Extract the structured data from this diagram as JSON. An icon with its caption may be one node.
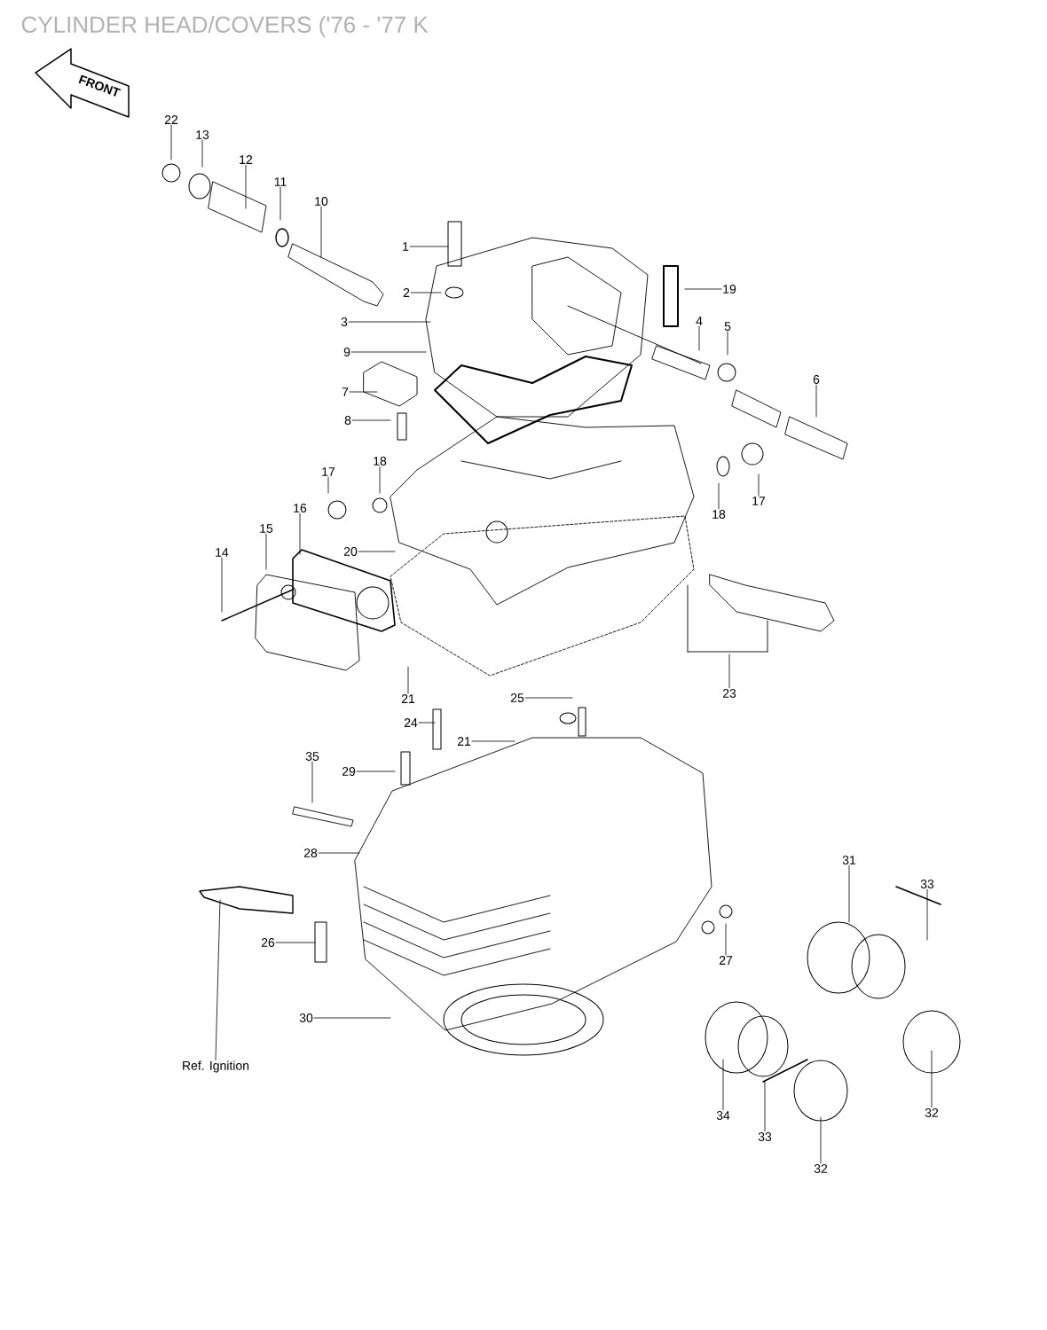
{
  "diagram": {
    "title": "CYLINDER HEAD/COVERS ('76 - '77 K",
    "nodes": [
      {
        "text": [
          "22"
        ]
      },
      {
        "text": [
          "13"
        ]
      },
      {
        "text": [
          "12"
        ]
      },
      {
        "text": [
          "11"
        ]
      },
      {
        "text": [
          "10"
        ]
      },
      {
        "text": [
          "1"
        ]
      },
      {
        "text": [
          "19"
        ]
      },
      {
        "text": [
          "2"
        ]
      },
      {
        "text": [
          "4"
        ]
      },
      {
        "text": [
          "5"
        ]
      },
      {
        "text": [
          "3"
        ]
      },
      {
        "text": [
          "9"
        ]
      },
      {
        "text": [
          "6"
        ]
      },
      {
        "text": [
          "7"
        ]
      },
      {
        "text": [
          "8"
        ]
      },
      {
        "text": [
          "18"
        ]
      },
      {
        "text": [
          "17"
        ]
      },
      {
        "text": [
          "17"
        ]
      },
      {
        "text": [
          "16"
        ]
      },
      {
        "text": [
          "18"
        ]
      },
      {
        "text": [
          "15"
        ]
      },
      {
        "text": [
          "14"
        ]
      },
      {
        "text": [
          "20"
        ]
      },
      {
        "text": [
          "23"
        ]
      },
      {
        "text": [
          "21"
        ]
      },
      {
        "text": [
          "25"
        ]
      },
      {
        "text": [
          "24"
        ]
      },
      {
        "text": [
          "21"
        ]
      },
      {
        "text": [
          "35"
        ]
      },
      {
        "text": [
          "29"
        ]
      },
      {
        "text": [
          "28"
        ]
      },
      {
        "text": [
          "31"
        ]
      },
      {
        "text": [
          "33"
        ]
      },
      {
        "text": [
          "26"
        ]
      },
      {
        "text": [
          "27"
        ]
      },
      {
        "text": [
          "30"
        ]
      },
      {
        "text": [
          "Ref. Ignition"
        ]
      },
      {
        "text": [
          "32"
        ]
      },
      {
        "text": [
          "34"
        ]
      },
      {
        "text": [
          "33"
        ]
      },
      {
        "text": [
          "32"
        ]
      }
    ],
    "edges": [
      {
        "from": 0,
        "to": null,
        "arrow": "none"
      },
      {
        "from": 1,
        "to": null,
        "arrow": "none"
      },
      {
        "from": 2,
        "to": null,
        "arrow": "none"
      },
      {
        "from": 3,
        "to": null,
        "arrow": "none"
      },
      {
        "from": 4,
        "to": null,
        "arrow": "none"
      },
      {
        "from": 5,
        "to": null,
        "arrow": "none"
      },
      {
        "from": 6,
        "to": null,
        "arrow": "none"
      },
      {
        "from": 7,
        "to": null,
        "arrow": "none"
      },
      {
        "from": 8,
        "to": null,
        "arrow": "none"
      },
      {
        "from": 9,
        "to": null,
        "arrow": "none"
      },
      {
        "from": 10,
        "to": null,
        "arrow": "none"
      },
      {
        "from": 11,
        "to": null,
        "arrow": "none"
      },
      {
        "from": 12,
        "to": null,
        "arrow": "none"
      },
      {
        "from": 13,
        "to": null,
        "arrow": "none"
      },
      {
        "from": 14,
        "to": null,
        "arrow": "none"
      },
      {
        "from": 15,
        "to": null,
        "arrow": "none"
      },
      {
        "from": 16,
        "to": null,
        "arrow": "none"
      },
      {
        "from": 17,
        "to": null,
        "arrow": "none"
      },
      {
        "from": 18,
        "to": null,
        "arrow": "none"
      },
      {
        "from": 19,
        "to": null,
        "arrow": "none"
      },
      {
        "from": 20,
        "to": null,
        "arrow": "none"
      },
      {
        "from": 21,
        "to": null,
        "arrow": "none"
      },
      {
        "from": 22,
        "to": null,
        "arrow": "none"
      },
      {
        "from": 23,
        "to": null,
        "arrow": "none"
      },
      {
        "from": 24,
        "to": null,
        "arrow": "none"
      },
      {
        "from": 25,
        "to": null,
        "arrow": "none"
      },
      {
        "from": 26,
        "to": null,
        "arrow": "none"
      },
      {
        "from": 27,
        "to": null,
        "arrow": "none"
      },
      {
        "from": 28,
        "to": null,
        "arrow": "none"
      },
      {
        "from": 29,
        "to": null,
        "arrow": "none"
      },
      {
        "from": 30,
        "to": null,
        "arrow": "none"
      },
      {
        "from": 31,
        "to": null,
        "arrow": "none"
      },
      {
        "from": 32,
        "to": null,
        "arrow": "none"
      },
      {
        "from": 33,
        "to": null,
        "arrow": "none"
      },
      {
        "from": 34,
        "to": null,
        "arrow": "none"
      },
      {
        "from": 35,
        "to": null,
        "arrow": "none"
      },
      {
        "from": 36,
        "to": null,
        "arrow": "none"
      },
      {
        "from": 37,
        "to": null,
        "arrow": "none"
      },
      {
        "from": 38,
        "to": null,
        "arrow": "none"
      },
      {
        "from": 39,
        "to": null,
        "arrow": "none"
      },
      {
        "from": 40,
        "to": null,
        "arrow": "none"
      }
    ],
    "labels": [
      "FRONT"
    ]
  }
}
